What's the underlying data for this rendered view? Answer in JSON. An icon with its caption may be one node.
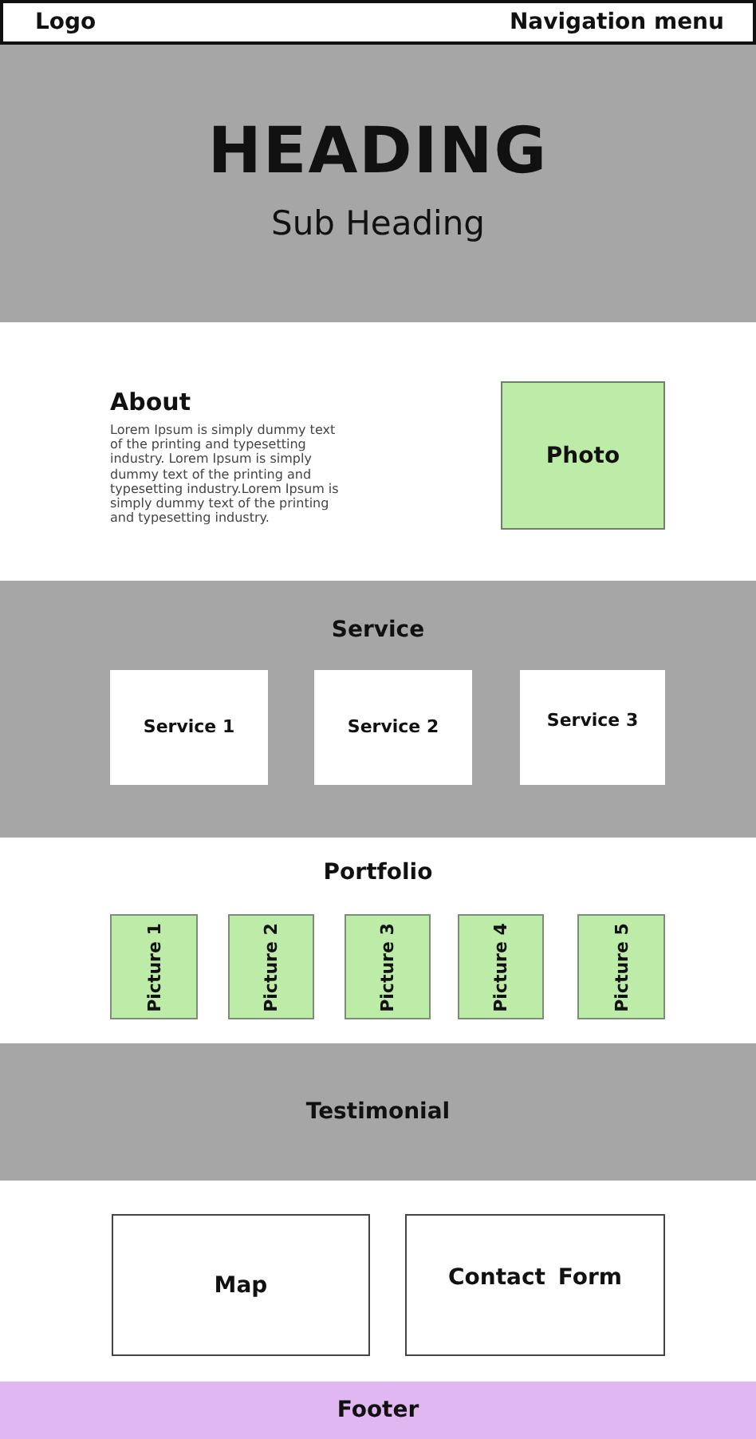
{
  "diagram": {
    "nodes": [
      {
        "text": [
          "Logo",
          "Navigation menu"
        ]
      },
      {
        "text": [
          "HEADING",
          "Sub Heading"
        ]
      },
      {
        "text": [
          "Photo"
        ]
      },
      {
        "text": [
          "Service"
        ]
      },
      {
        "text": [
          "Service 1"
        ],
        "in": 3
      },
      {
        "text": [
          "Service 2"
        ],
        "in": 3
      },
      {
        "text": [
          "Service 3"
        ],
        "in": 3
      },
      {
        "text": [
          "Picture 1"
        ]
      },
      {
        "text": [
          "Picture 2"
        ]
      },
      {
        "text": [
          "Picture 3"
        ]
      },
      {
        "text": [
          "Picture 4"
        ]
      },
      {
        "text": [
          "Picture 5"
        ]
      },
      {
        "text": [
          "Testimonial"
        ]
      },
      {
        "text": [
          "Map"
        ]
      },
      {
        "text": [
          "Contact Form"
        ]
      },
      {
        "text": [
          "Footer"
        ]
      }
    ],
    "labels": [
      "About",
      "Lorem Ipsum is simply dummy text of the printing and typesetting industry. Lorem Ipsum is simply dummy text of the printing and typesetting industry.Lorem Ipsum is simply dummy text of the printing and typesetting industry.",
      "Portfolio"
    ]
  }
}
